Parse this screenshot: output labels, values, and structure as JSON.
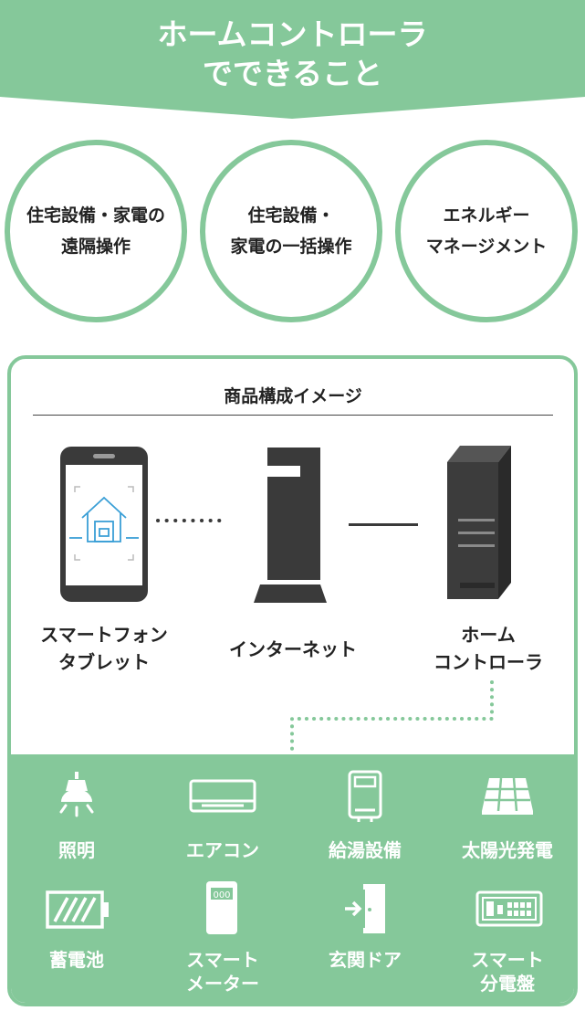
{
  "banner": {
    "line1": "ホームコントローラ",
    "line2": "でできること"
  },
  "features": [
    {
      "line1": "住宅設備・家電の",
      "line2": "遠隔操作"
    },
    {
      "line1": "住宅設備・",
      "line2": "家電の一括操作"
    },
    {
      "line1": "エネルギー",
      "line2": "マネージメント"
    }
  ],
  "config": {
    "title": "商品構成イメージ",
    "items": [
      {
        "line1": "スマートフォン",
        "line2": "タブレット",
        "icon": "smartphone-icon"
      },
      {
        "line1": "インターネット",
        "line2": "",
        "icon": "internet-icon"
      },
      {
        "line1": "ホーム",
        "line2": "コントローラ",
        "icon": "home-controller-icon"
      }
    ]
  },
  "devices": [
    {
      "line1": "照明",
      "line2": "",
      "icon": "light-icon"
    },
    {
      "line1": "エアコン",
      "line2": "",
      "icon": "air-conditioner-icon"
    },
    {
      "line1": "給湯設備",
      "line2": "",
      "icon": "water-heater-icon"
    },
    {
      "line1": "太陽光発電",
      "line2": "",
      "icon": "solar-panel-icon"
    },
    {
      "line1": "蓄電池",
      "line2": "",
      "icon": "battery-icon"
    },
    {
      "line1": "スマート",
      "line2": "メーター",
      "icon": "smart-meter-icon",
      "meter_text": "000"
    },
    {
      "line1": "玄関ドア",
      "line2": "",
      "icon": "entrance-door-icon"
    },
    {
      "line1": "スマート",
      "line2": "分電盤",
      "icon": "distribution-board-icon"
    }
  ],
  "colors": {
    "green": "#85c89a",
    "dark": "#3a3a3a",
    "accent_blue": "#3a9fd6"
  }
}
